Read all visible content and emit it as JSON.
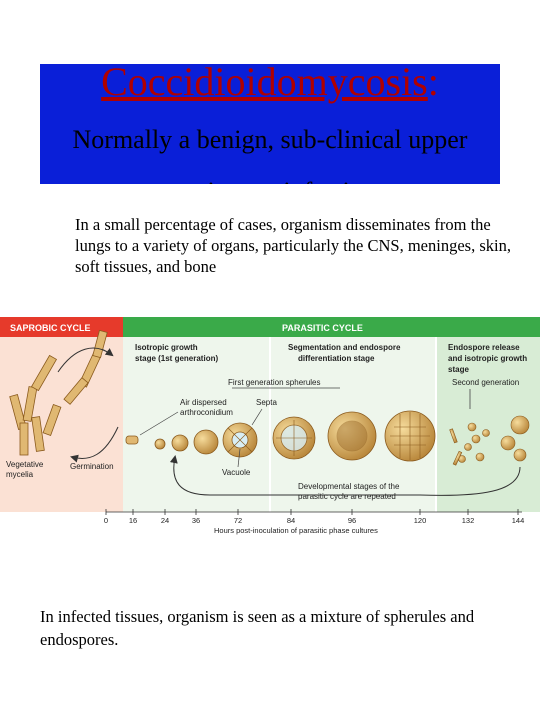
{
  "header": {
    "title": "Coccidioidomycosis",
    "title_colon": ":",
    "subtitle_line1": "Normally a benign, sub-clinical upper",
    "subtitle_line2": "respiratory infection"
  },
  "body": {
    "paragraph1": "In a small percentage of cases, organism disseminates from the lungs to a variety of organs, particularly the CNS, meninges, skin, soft tissues, and bone",
    "paragraph2": "In infected tissues, organism is seen as a mixture of spherules and endospores."
  },
  "figure": {
    "saprobic_heading": "SAPROBIC CYCLE",
    "parasitic_heading": "PARASITIC CYCLE",
    "col1_line1": "Isotropic growth",
    "col1_line2": "stage (1st generation)",
    "col2_line1": "Segmentation and endospore",
    "col2_line2": "differentiation stage",
    "col3_line1": "Endospore release",
    "col3_line2": "and isotropic growth",
    "col3_line3": "stage",
    "first_gen": "First generation spherules",
    "second_gen": "Second generation",
    "septa": "Septa",
    "air_line1": "Air dispersed",
    "air_line2": "arthroconidium",
    "vacuole": "Vacuole",
    "vegetative_line1": "Vegetative",
    "vegetative_line2": "mycelia",
    "germination": "Germination",
    "repeated_line1": "Developmental stages of the",
    "repeated_line2": "parasitic cycle are repeated",
    "axis_title": "Hours post-inoculation of parasitic phase cultures",
    "ticks": [
      "0",
      "16",
      "24",
      "36",
      "72",
      "84",
      "96",
      "120",
      "132",
      "144"
    ],
    "colors": {
      "saprobic_band": "#e63a2b",
      "saprobic_bg": "#fbe1d4",
      "parasitic_band": "#3aaa49",
      "parasitic_bg": "#e6f3e4",
      "spore": "#d9a95a"
    }
  }
}
